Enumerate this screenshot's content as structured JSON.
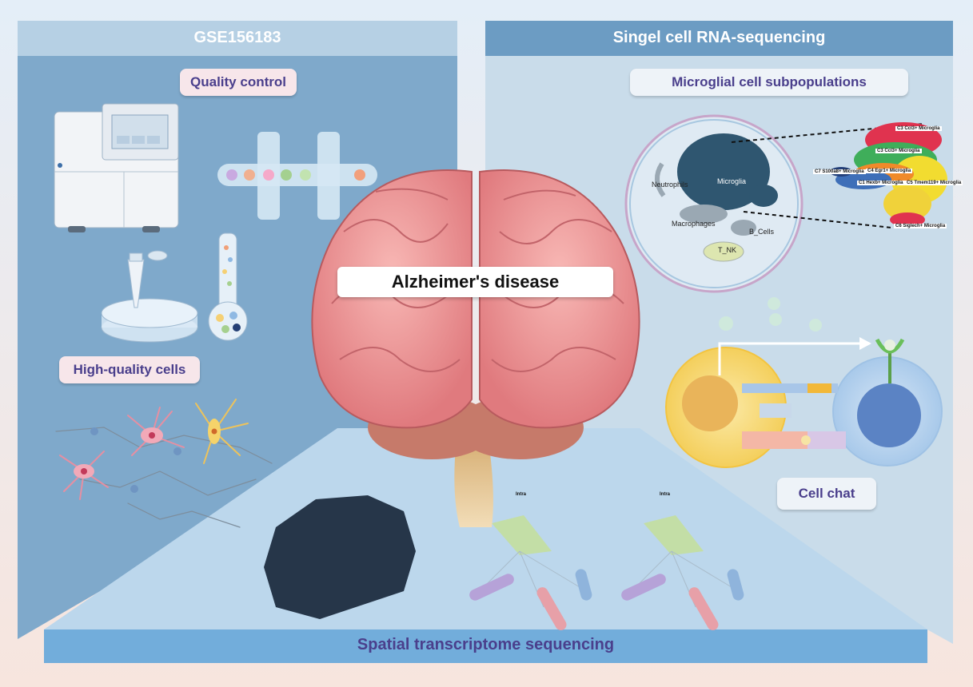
{
  "panels": {
    "left_title": "GSE156183",
    "right_title": "Singel cell RNA-sequencing",
    "bottom_title": "Spatial transcriptome sequencing"
  },
  "center_title": "Alzheimer's disease",
  "left": {
    "quality_control": "Quality control",
    "high_quality_cells": "High-quality cells"
  },
  "right": {
    "microglial": "Microglial cell subpopulations",
    "cell_chat": "Cell chat",
    "umap_labels": {
      "neutrophils": "Neutrophils",
      "microglia": "Microglia",
      "macrophages": "Macrophages",
      "b_cells": "B_Cells",
      "t_nk": "T_NK"
    },
    "subclusters": [
      "C3 Ccl3+ Microglia",
      "C3 Ccl3+ Microglia",
      "C7 S100a8+ Microglia",
      "C4 Egr1+ Microglia",
      "C1 Hexb+ Microglia",
      "C5 Tmem119+ Microglia",
      "C6 Siglech+ Microglia"
    ]
  },
  "network": {
    "header": "Intra"
  },
  "colors": {
    "left_panel": "#7fa9cb",
    "right_panel": "#c9dcea",
    "bottom_panel": "#bcd7ec",
    "header_strip": "#6c9cc3",
    "brain": "#e98a8c",
    "accent_text": "#4a3f8c"
  }
}
